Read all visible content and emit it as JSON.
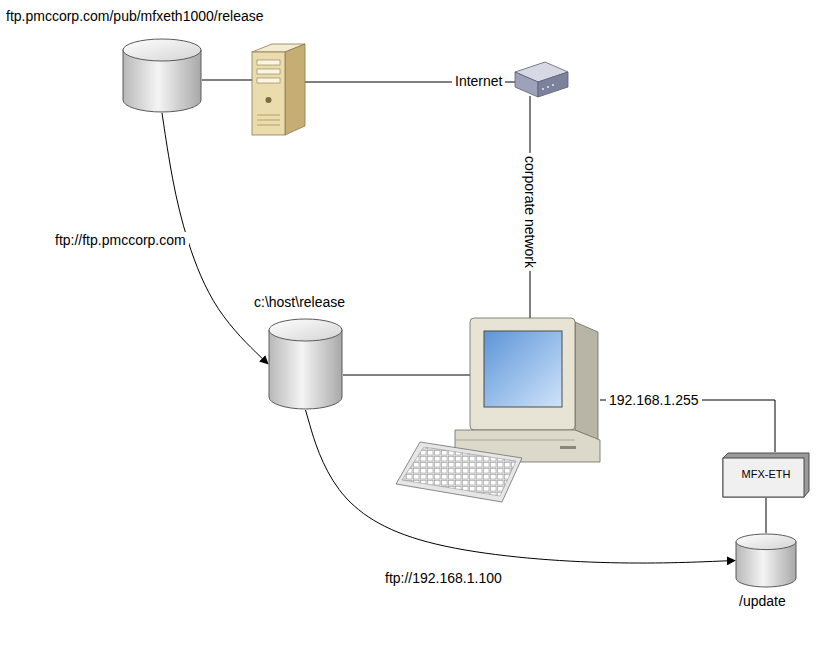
{
  "diagram": {
    "nodes": [
      {
        "text": [
          "ftp.pmccorp.com/pub/mfxeth1000/release"
        ]
      },
      {
        "text": [
          "c:\\host\\release"
        ]
      },
      {
        "text": [
          "MFX-ETH"
        ]
      },
      {
        "text": [
          "/update"
        ]
      }
    ],
    "edges": [
      {
        "from": 0,
        "to": 1,
        "label": "ftp://ftp.pmccorp.com",
        "arrow": "to"
      },
      {
        "from": 1,
        "to": 3,
        "label": "ftp://192.168.1.100",
        "arrow": "to"
      },
      {
        "from": 2,
        "to": 3,
        "arrow": "none"
      }
    ],
    "labels": [
      "Internet",
      "corporate network",
      "192.168.1.255"
    ]
  }
}
